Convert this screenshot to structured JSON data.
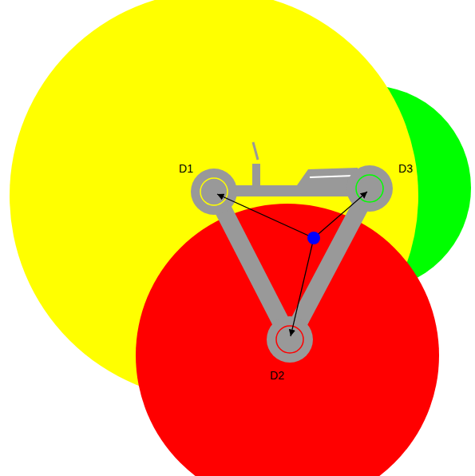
{
  "diagram": {
    "labels": [
      "D1",
      "D3",
      "D2"
    ]
  }
}
